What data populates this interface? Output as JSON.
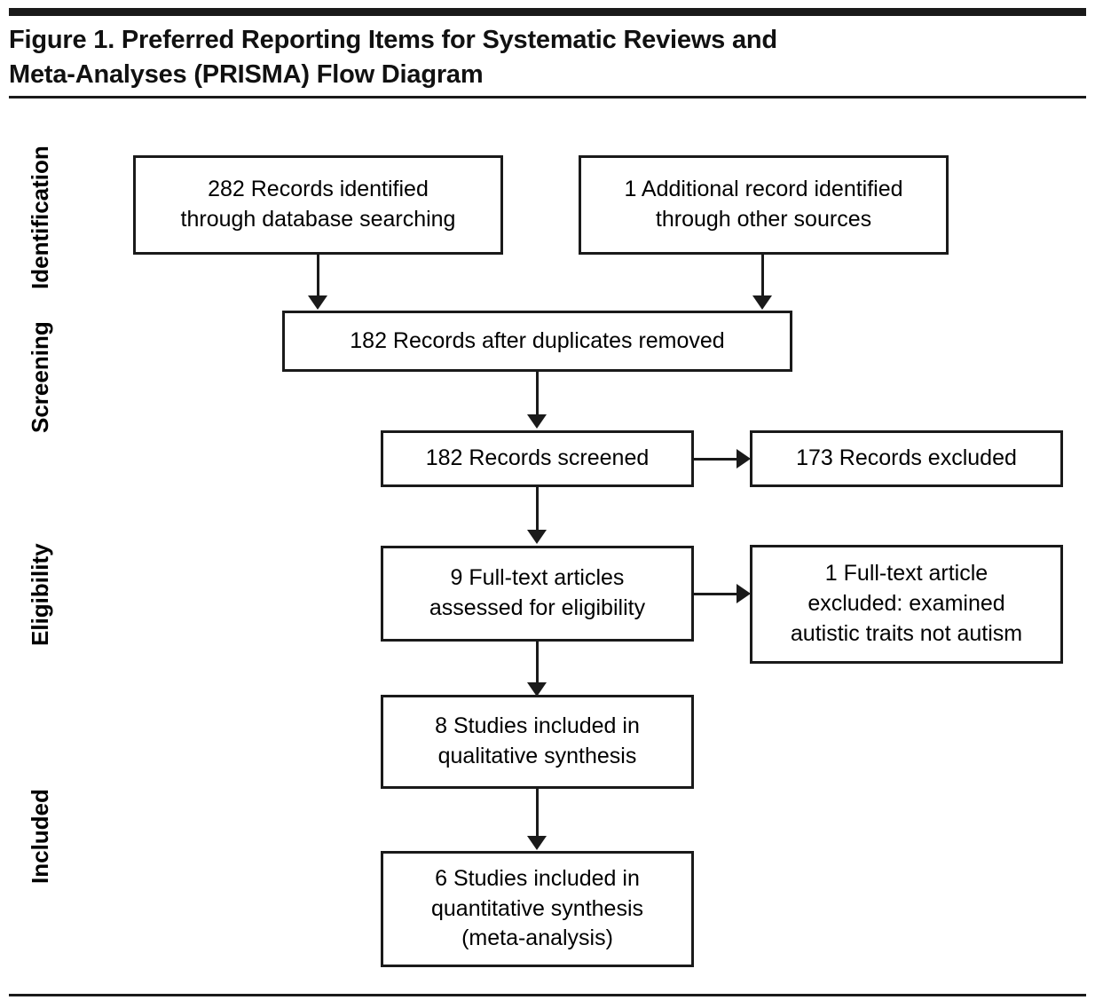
{
  "figure": {
    "title": "Figure 1. Preferred Reporting Items for Systematic Reviews and\nMeta-Analyses (PRISMA) Flow Diagram",
    "type": "prisma-flow-diagram"
  },
  "stages": [
    {
      "label": "Identification"
    },
    {
      "label": "Screening"
    },
    {
      "label": "Eligibility"
    },
    {
      "label": "Included"
    }
  ],
  "nodes": {
    "records_identified": {
      "text": "282 Records identified\nthrough database searching",
      "count": 282,
      "stage": "Identification"
    },
    "additional_records": {
      "text": "1 Additional record identified\nthrough other sources",
      "count": 1,
      "stage": "Identification"
    },
    "duplicates_removed": {
      "text": "182 Records after duplicates removed",
      "count": 182,
      "stage": "Screening"
    },
    "records_screened": {
      "text": "182 Records screened",
      "count": 182,
      "stage": "Screening"
    },
    "records_excluded": {
      "text": "173 Records excluded",
      "count": 173,
      "stage": "Screening"
    },
    "fulltext_assessed": {
      "text": "9 Full-text articles\nassessed for eligibility",
      "count": 9,
      "stage": "Eligibility"
    },
    "fulltext_excluded": {
      "text": "1 Full-text article\nexcluded: examined\nautistic traits not autism",
      "count": 1,
      "stage": "Eligibility"
    },
    "qualitative_synthesis": {
      "text": "8 Studies included in\nqualitative synthesis",
      "count": 8,
      "stage": "Included"
    },
    "quantitative_synthesis": {
      "text": "6 Studies included in\nquantitative synthesis\n(meta-analysis)",
      "count": 6,
      "stage": "Included"
    }
  },
  "colors": {
    "line": "#1a1a1a",
    "text": "#000000",
    "background": "#ffffff"
  }
}
